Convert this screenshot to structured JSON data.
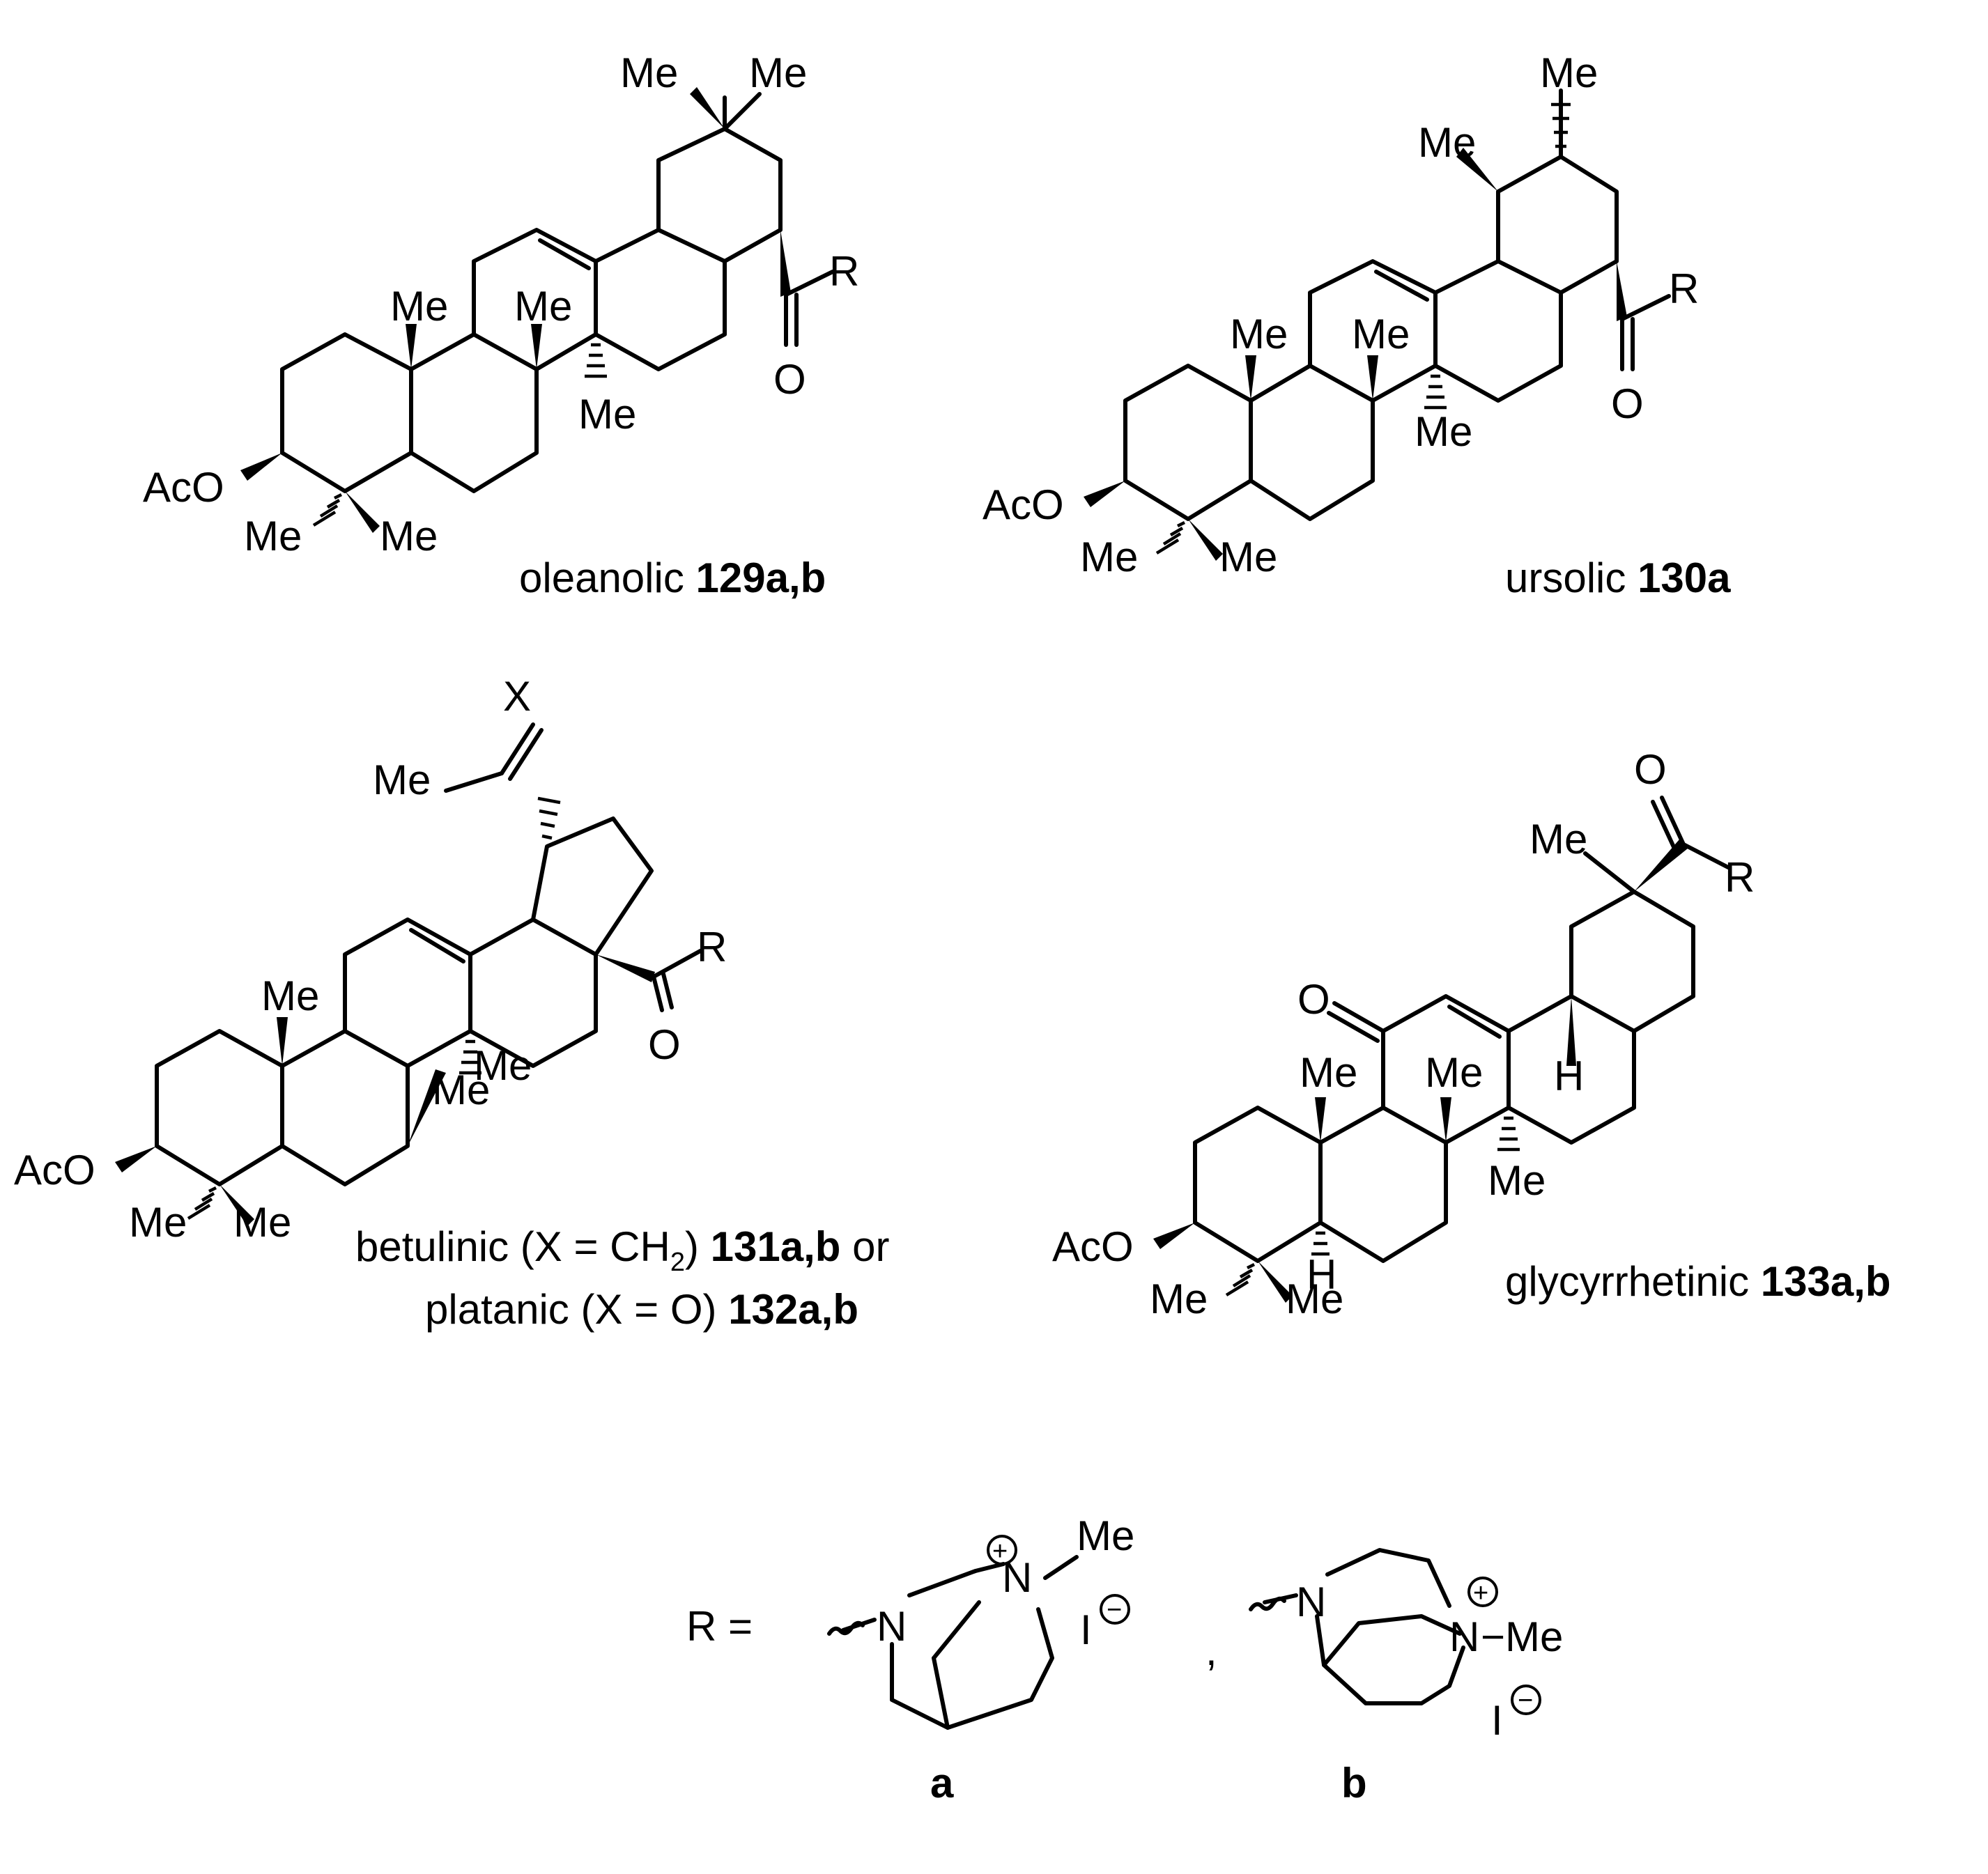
{
  "atom_labels": {
    "me": "Me",
    "aco": "AcO",
    "o": "O",
    "r": "R",
    "x": "X",
    "h": "H",
    "n": "N",
    "iodide": "I",
    "plus": "+",
    "minus": "−",
    "n_methyl": "−Me"
  },
  "compounds": {
    "oleanolic": {
      "name": "oleanolic ",
      "number": "129a,b"
    },
    "ursolic": {
      "name": "ursolic ",
      "number": "130a"
    },
    "betulinic": {
      "name": "betulinic (X = CH",
      "subscript": "2",
      "close": ") ",
      "number": "131a,b",
      "tail": " or"
    },
    "platanic": {
      "name": "platanic (X = O) ",
      "number": "132a,b"
    },
    "glycyrrhetinic": {
      "name": "glycyrrhetinic ",
      "number": "133a,b"
    }
  },
  "r_group": {
    "prefix": "R =",
    "separator": ",",
    "label_a": "a",
    "label_b": "b"
  }
}
